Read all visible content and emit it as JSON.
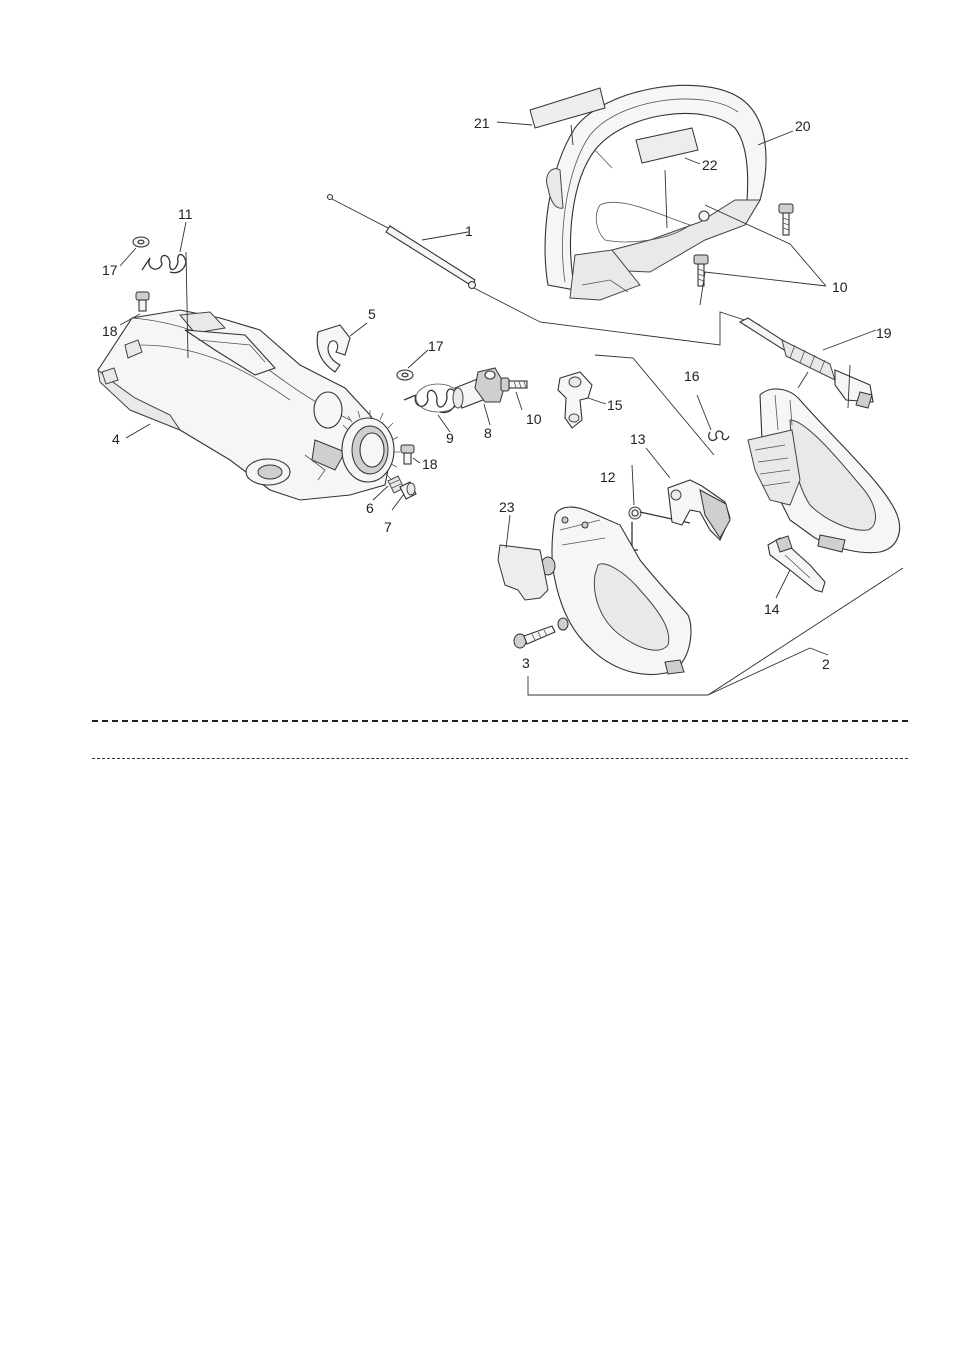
{
  "labels": {
    "p1": "1",
    "p2": "2",
    "p3": "3",
    "p4": "4",
    "p5": "5",
    "p6": "6",
    "p7": "7",
    "p8": "8",
    "p9": "9",
    "p10a": "10",
    "p10b": "10",
    "p11": "11",
    "p12": "12",
    "p13": "13",
    "p14": "14",
    "p15": "15",
    "p16": "16",
    "p17a": "17",
    "p17b": "17",
    "p18a": "18",
    "p18b": "18",
    "p19": "19",
    "p20": "20",
    "p21": "21",
    "p22": "22",
    "p23": "23"
  }
}
